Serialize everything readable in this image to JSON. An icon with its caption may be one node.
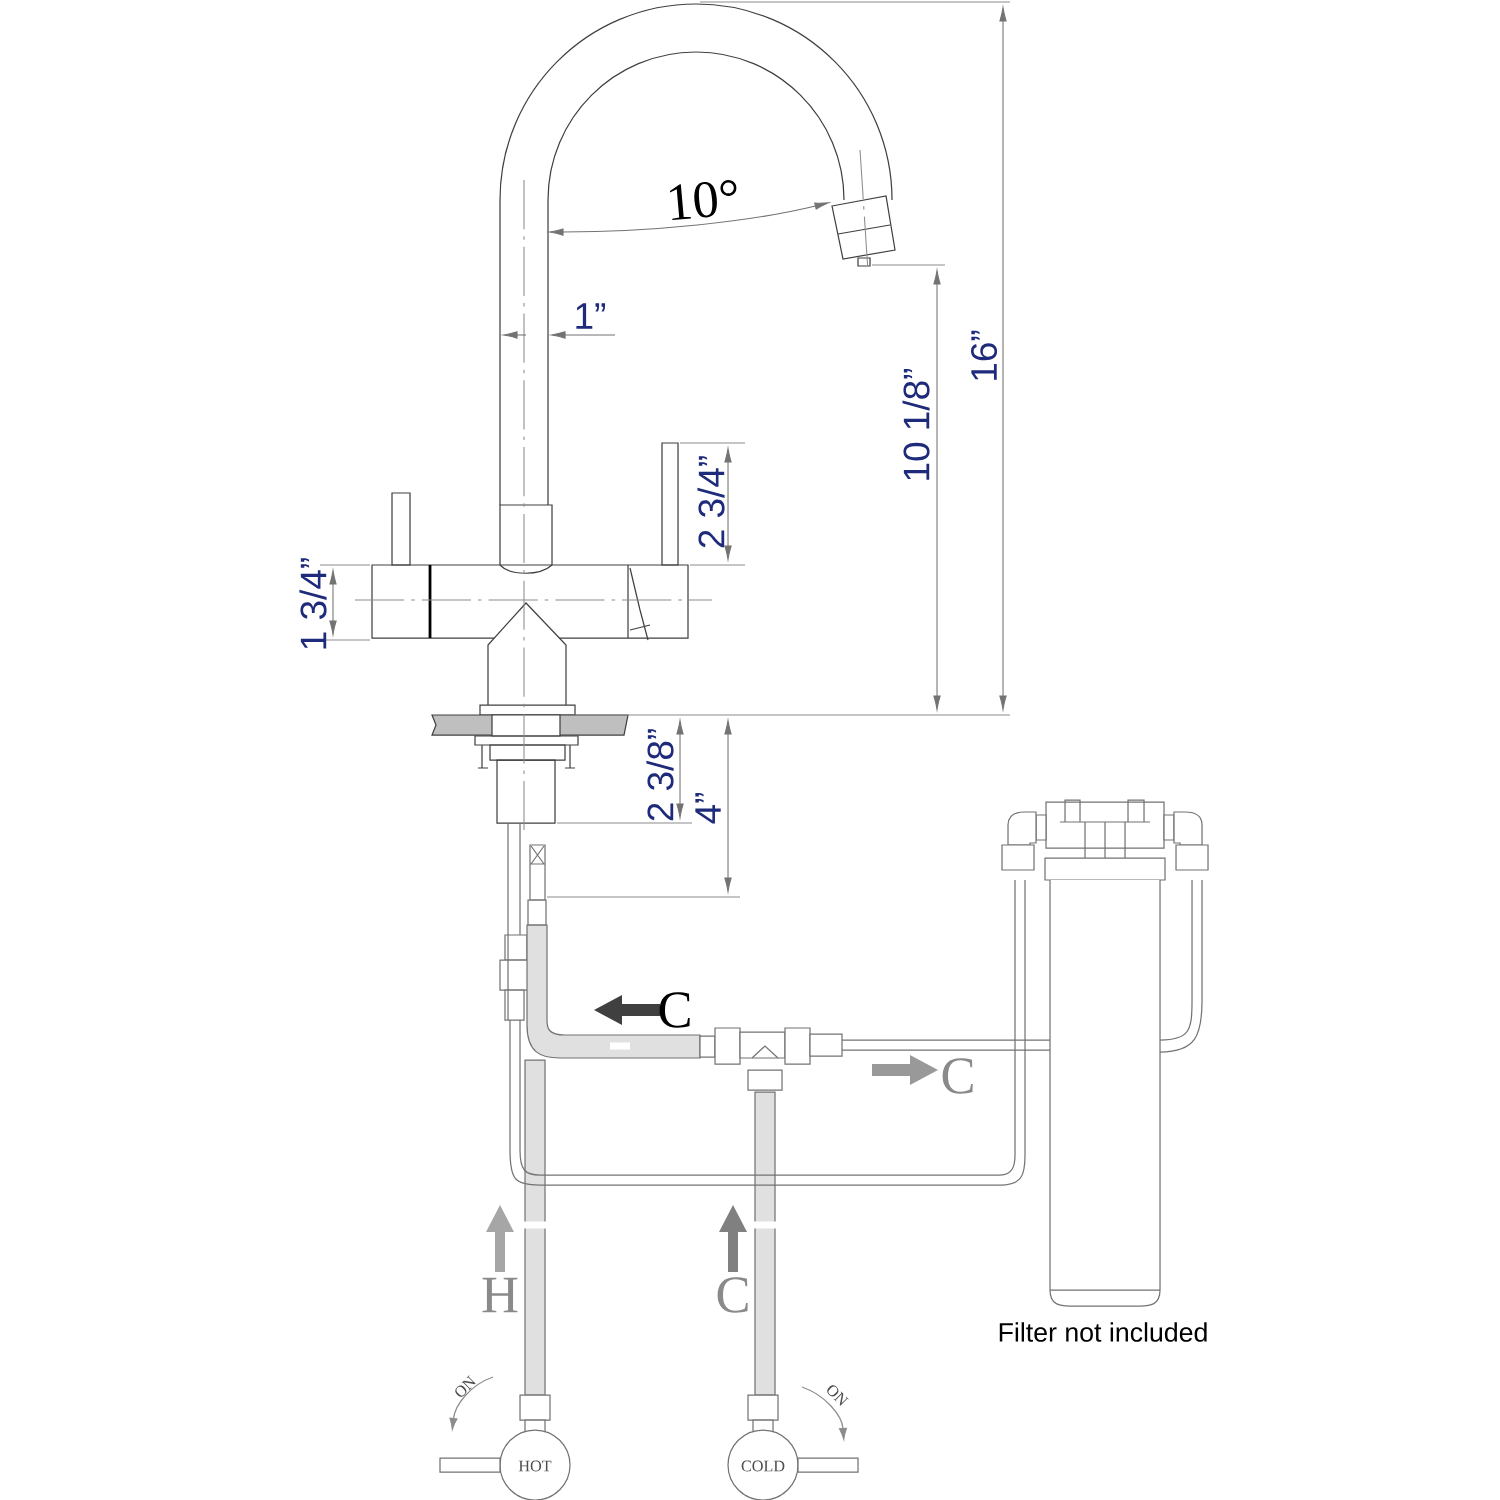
{
  "diagram": {
    "labels": [
      "10°",
      "1”",
      "2 3/4”",
      "10 1/8”",
      "16”",
      "1 3/4”",
      "2 3/8”",
      "4”",
      "C",
      "C",
      "H",
      "C",
      "Filter not included",
      "ON",
      "ON",
      "HOT",
      "COLD"
    ]
  }
}
